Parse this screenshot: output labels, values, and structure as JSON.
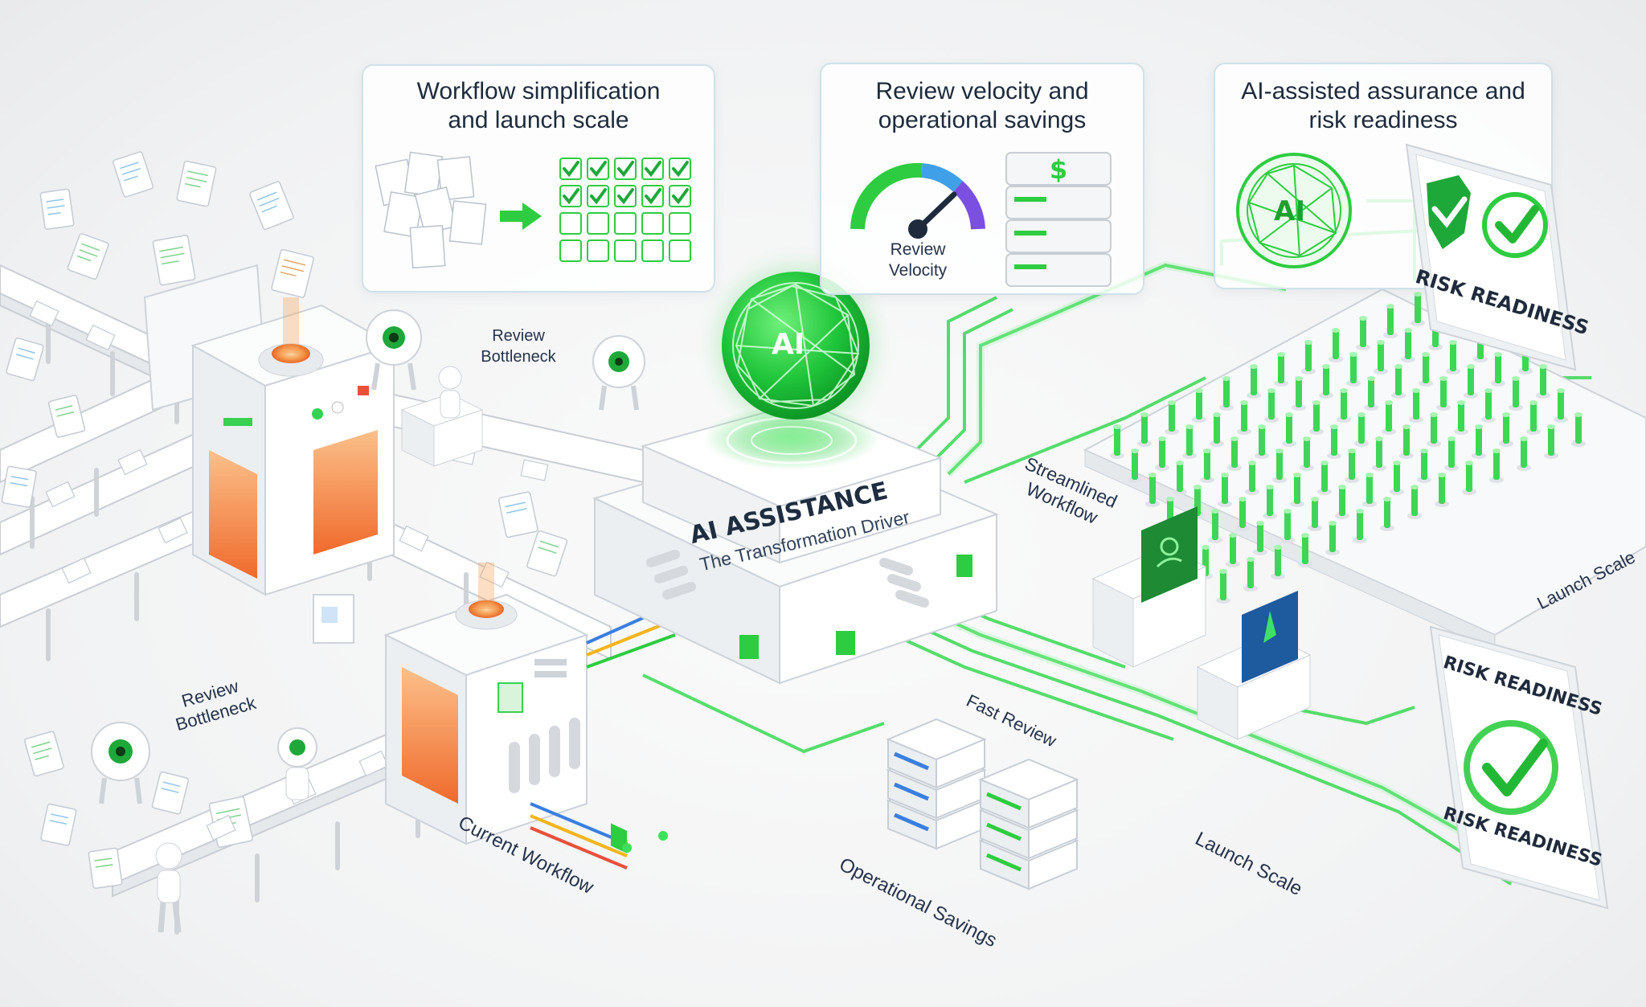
{
  "panels": {
    "workflow": {
      "title": "Workflow simplification and launch scale"
    },
    "velocity": {
      "title": "Review velocity and operational savings",
      "gauge_label": "Review Velocity",
      "icon": "dollar-sign-icon"
    },
    "assurance": {
      "title": "AI-assisted assurance and risk readiness",
      "badge": "AI",
      "risk_label": "RISK READINESS"
    }
  },
  "hub": {
    "badge": "AI",
    "title": "AI ASSISTANCE",
    "subtitle": "The Transformation Driver"
  },
  "labels": {
    "review_bottleneck_top": "Review Bottleneck",
    "review_bottleneck_left": "Review Bottleneck",
    "current_workflow": "Current Workflow",
    "streamlined_workflow": "Streamlined Workflow",
    "fast_review": "Fast Review",
    "operational_savings": "Operational Savings",
    "launch_scale_bottom": "Launch Scale",
    "launch_scale_right": "Launch Scale"
  },
  "risk_board": {
    "label_top": "RISK READINESS",
    "label_bottom": "RISK READINESS"
  },
  "colors": {
    "accent": "#2ecc40",
    "accent_dark": "#14a02a",
    "panel_border": "#cfe1ea",
    "heat": "#f07a3c",
    "line_blue": "#3a7fe0",
    "line_yellow": "#f2b51c"
  }
}
